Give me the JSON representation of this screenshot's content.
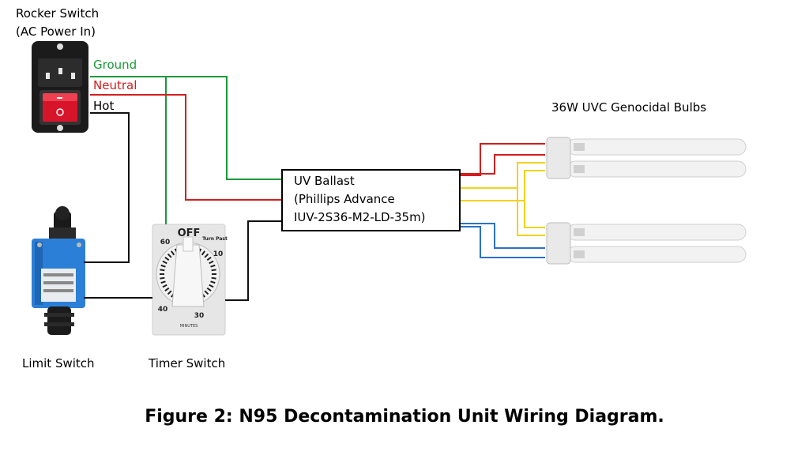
{
  "labels": {
    "rocker_title": "Rocker Switch",
    "rocker_sub": "(AC Power In)",
    "ground": "Ground",
    "neutral": "Neutral",
    "hot": "Hot",
    "bulbs": "36W UVC Genocidal Bulbs",
    "ballast_line1": "UV Ballast",
    "ballast_line2": "(Phillips Advance",
    "ballast_line3": "IUV-2S36-M2-LD-35m)",
    "limit_switch": "Limit Switch",
    "timer_switch": "Timer Switch",
    "caption": "Figure 2: N95 Decontamination Unit Wiring Diagram."
  },
  "timer_dial": {
    "off": "OFF",
    "turn_past": "Turn Past",
    "n60": "60",
    "n10": "10",
    "n40": "40",
    "n30": "30",
    "minutes": "MINUTES"
  },
  "colors": {
    "ground": "#1a9a3a",
    "neutral": "#d21e1e",
    "hot": "#111111",
    "yellow": "#f2d21a",
    "blue": "#2a72c8"
  }
}
